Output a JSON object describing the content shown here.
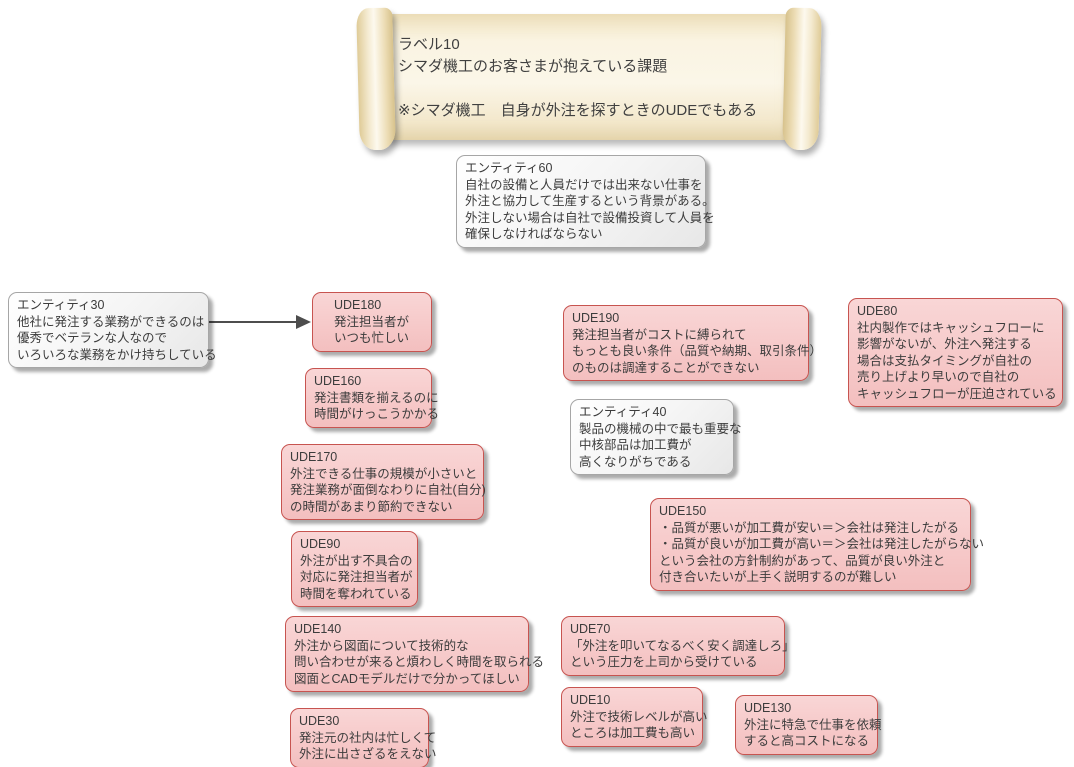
{
  "banner": {
    "lines": [
      "ラベル10",
      "シマダ機工のお客さまが抱えている課題",
      "",
      "※シマダ機工　自身が外注を探すときのUDEでもある"
    ]
  },
  "nodes": {
    "entity60": {
      "id": "エンティティ60",
      "lines": [
        "自社の設備と人員だけでは出来ない仕事を",
        "外注と協力して生産するという背景がある。",
        "外注しない場合は自社で設備投資して人員を",
        "確保しなければならない"
      ]
    },
    "entity30": {
      "id": "エンティティ30",
      "lines": [
        "他社に発注する業務ができるのは",
        "優秀でベテランな人なので",
        "いろいろな業務をかけ持ちしている"
      ]
    },
    "entity40": {
      "id": "エンティティ40",
      "lines": [
        "製品の機械の中で最も重要な",
        "中核部品は加工費が",
        "高くなりがちである"
      ]
    },
    "ude180": {
      "id": "UDE180",
      "lines": [
        "発注担当者が",
        "いつも忙しい"
      ]
    },
    "ude160": {
      "id": "UDE160",
      "lines": [
        "発注書類を揃えるのに",
        "時間がけっこうかかる"
      ]
    },
    "ude170": {
      "id": "UDE170",
      "lines": [
        "外注できる仕事の規模が小さいと",
        "発注業務が面倒なわりに自社(自分)",
        "の時間があまり節約できない"
      ]
    },
    "ude90": {
      "id": "UDE90",
      "lines": [
        "外注が出す不具合の",
        "対応に発注担当者が",
        "時間を奪われている"
      ]
    },
    "ude140": {
      "id": "UDE140",
      "lines": [
        "外注から図面について技術的な",
        "問い合わせが来ると煩わしく時間を取られる",
        "図面とCADモデルだけで分かってほしい"
      ]
    },
    "ude30": {
      "id": "UDE30",
      "lines": [
        "発注元の社内は忙しくて",
        "外注に出さざるをえない"
      ]
    },
    "ude190": {
      "id": "UDE190",
      "lines": [
        "発注担当者がコストに縛られて",
        "もっとも良い条件（品質や納期、取引条件）",
        "のものは調達することができない"
      ]
    },
    "ude150": {
      "id": "UDE150",
      "lines": [
        "・品質が悪いが加工費が安い＝＞会社は発注したがる",
        "・品質が良いが加工費が高い＝＞会社は発注したがらない",
        "という会社の方針制約があって、品質が良い外注と",
        "付き合いたいが上手く説明するのが難しい"
      ]
    },
    "ude70": {
      "id": "UDE70",
      "lines": [
        "「外注を叩いてなるべく安く調達しろ」",
        "という圧力を上司から受けている"
      ]
    },
    "ude10": {
      "id": "UDE10",
      "lines": [
        "外注で技術レベルが高い",
        "ところは加工費も高い"
      ]
    },
    "ude130": {
      "id": "UDE130",
      "lines": [
        "外注に特急で仕事を依頼",
        "すると高コストになる"
      ]
    },
    "ude80": {
      "id": "UDE80",
      "lines": [
        "社内製作ではキャッシュフローに",
        "影響がないが、外注へ発注する",
        "場合は支払タイミングが自社の",
        "売り上げより早いので自社の",
        "キャッシュフローが圧迫されている"
      ]
    }
  },
  "colors": {
    "ude_fill": "#f6c8c8",
    "ude_border": "#c75450",
    "entity_fill": "#f2f2f2",
    "entity_border": "#a6a6a6",
    "banner_parchment": "#f8f0da",
    "banner_roll_edge": "#dfcb97",
    "text": "#3c3c3c",
    "arrow": "#4d4d4d"
  }
}
